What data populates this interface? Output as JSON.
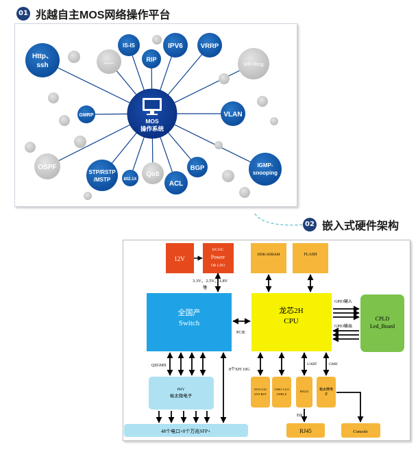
{
  "section1": {
    "num": "01",
    "title": "兆越自主MOS网络操作平台"
  },
  "section2": {
    "num": "02",
    "title": "嵌入式硬件架构"
  },
  "mos": {
    "center": {
      "line1": "MOS",
      "line2": "操作系统"
    },
    "protocols": {
      "http": {
        "line1": "Http、",
        "line2": "ssh"
      },
      "dots": "......",
      "isis": "IS-IS",
      "rip": "RIP",
      "ipv6": "IPV6",
      "vrrp": "VRRP",
      "mrring": "MR-Ring",
      "gmrp": "GMRP",
      "vlan": "VLAN",
      "ospf": "OSPF",
      "stp": {
        "line1": "STP/RSTP",
        "line2": "/MSTP"
      },
      "dot1x": "802.1X",
      "qos": "QoS",
      "acl": "ACL",
      "bgp": "BGP",
      "igmp": {
        "line1": "IGMP-",
        "line2": "snooping"
      }
    }
  },
  "hw": {
    "v12": "12V",
    "power": {
      "line1": "DC/DC",
      "line2": "Power",
      "line3": "OR LDO"
    },
    "voltages": {
      "line1": "3.3V、2.5V、1.8V",
      "line2": "等"
    },
    "ddr": "DDR-SDRAM",
    "flash": "FLASH",
    "switch": {
      "line1": "全国产",
      "line2": "Switch"
    },
    "cpu": {
      "line1": "龙芯2H",
      "line2": "CPU"
    },
    "cpld": {
      "line1": "CPLD",
      "line2": "Led_Board"
    },
    "gpio_in": "GPIO输入",
    "gpio_out": "GPIO输出",
    "pcie": "PCIE",
    "qsgmii": "QSGMII",
    "xfi": "8个XFI 10G",
    "uart": "UART",
    "gmii": "GMII",
    "phy": {
      "line1": "PHY",
      "line2": "裕太微电子"
    },
    "ports": "48个电口+8个万兆SFP+",
    "sys_clk": {
      "line1": "SYS CLK",
      "line2": "SYS RST"
    },
    "usb": {
      "line1": "USB1.1/2.0",
      "line2": "USB2.0"
    },
    "rs232": "RS232",
    "yt_chip": {
      "line1": "裕太微电",
      "line2": "子"
    },
    "eth": "Eth",
    "rj45": "RJ45",
    "console": "Console"
  }
}
